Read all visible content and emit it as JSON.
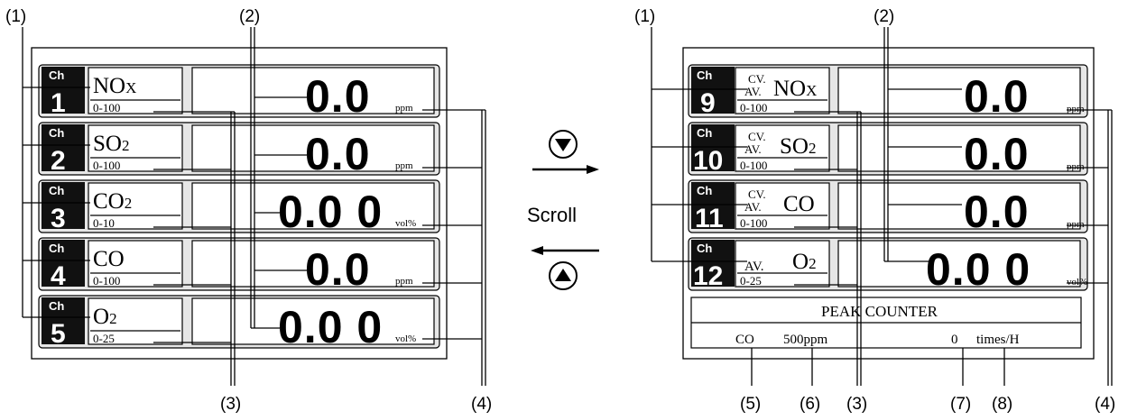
{
  "left_panel": {
    "rows": [
      {
        "ch_label": "Ch",
        "ch_num": "1",
        "gas_main": "NO",
        "gas_sub": "X",
        "gas_prefix": "",
        "range": "0-100",
        "value": "0.0",
        "unit": "ppm"
      },
      {
        "ch_label": "Ch",
        "ch_num": "2",
        "gas_main": "SO",
        "gas_sub": "2",
        "gas_prefix": "",
        "range": "0-100",
        "value": "0.0",
        "unit": "ppm"
      },
      {
        "ch_label": "Ch",
        "ch_num": "3",
        "gas_main": "CO",
        "gas_sub": "2",
        "gas_prefix": "",
        "range": "0-10",
        "value": "0.0 0",
        "unit": "vol%"
      },
      {
        "ch_label": "Ch",
        "ch_num": "4",
        "gas_main": "CO",
        "gas_sub": "",
        "gas_prefix": "",
        "range": "0-100",
        "value": "0.0",
        "unit": "ppm"
      },
      {
        "ch_label": "Ch",
        "ch_num": "5",
        "gas_main": "O",
        "gas_sub": "2",
        "gas_prefix": "",
        "range": "0-25",
        "value": "0.0 0",
        "unit": "vol%"
      }
    ]
  },
  "right_panel": {
    "rows": [
      {
        "ch_label": "Ch",
        "ch_num": "9",
        "gas_main": "NO",
        "gas_sub": "X",
        "prefix_top": "CV.",
        "prefix_bot": "AV.",
        "range": "0-100",
        "value": "0.0",
        "unit": "ppm"
      },
      {
        "ch_label": "Ch",
        "ch_num": "10",
        "gas_main": "SO",
        "gas_sub": "2",
        "prefix_top": "CV.",
        "prefix_bot": "AV.",
        "range": "0-100",
        "value": "0.0",
        "unit": "ppm"
      },
      {
        "ch_label": "Ch",
        "ch_num": "11",
        "gas_main": "CO",
        "gas_sub": "",
        "prefix_top": "CV.",
        "prefix_bot": "AV.",
        "range": "0-100",
        "value": "0.0",
        "unit": "ppm"
      },
      {
        "ch_label": "Ch",
        "ch_num": "12",
        "gas_main": "O",
        "gas_sub": "2",
        "prefix_top": "",
        "prefix_bot": "AV.",
        "range": "0-25",
        "value": "0.0 0",
        "unit": "vol%"
      }
    ],
    "peak_counter": {
      "title": "PEAK COUNTER",
      "gas": "CO",
      "threshold": "500ppm",
      "count": "0",
      "count_unit": "times/H"
    }
  },
  "middle": {
    "scroll_label": "Scroll",
    "down_icon": "triangle-down-circle-icon",
    "up_icon": "triangle-up-circle-icon"
  },
  "callouts": {
    "c1": "(1)",
    "c2": "(2)",
    "c3": "(3)",
    "c4": "(4)",
    "c5": "(5)",
    "c6": "(6)",
    "c7": "(7)",
    "c8": "(8)"
  }
}
